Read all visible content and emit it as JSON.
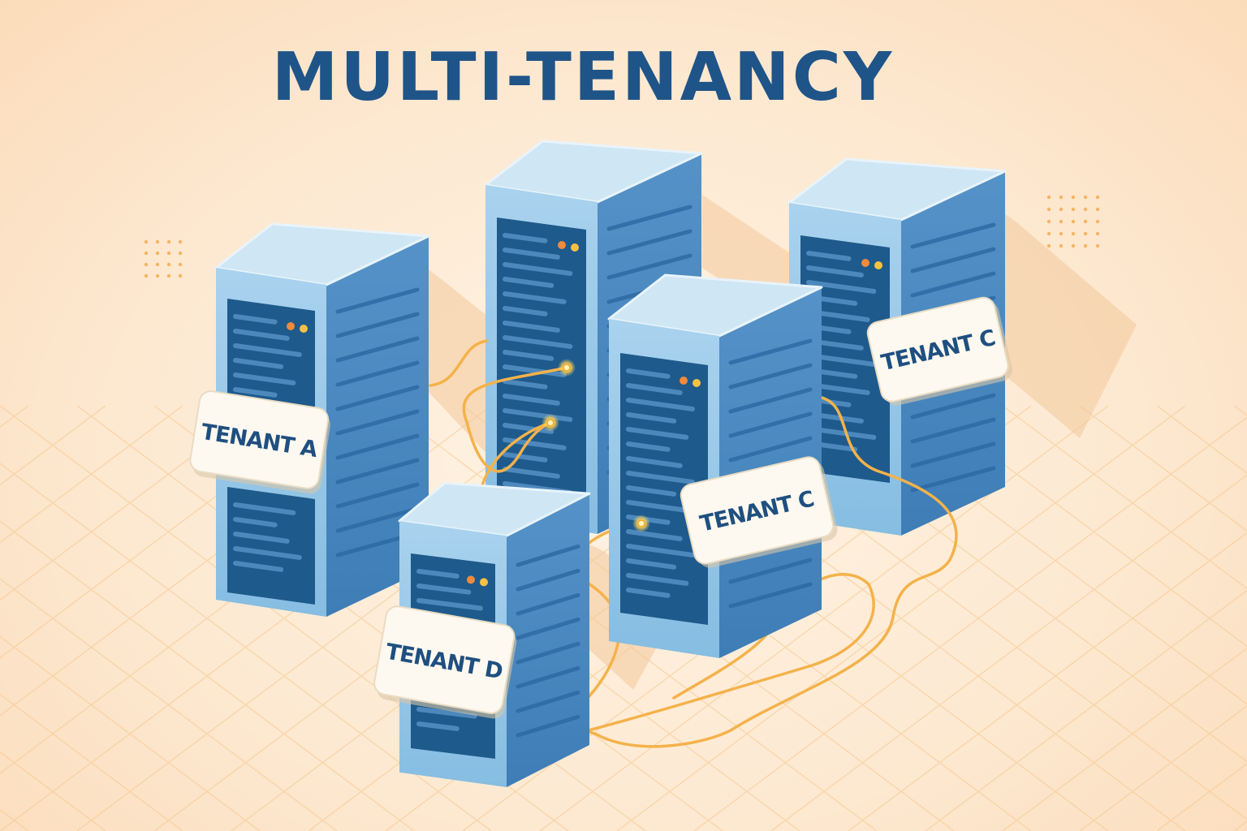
{
  "title": "MULTI-TENANCY",
  "labels": {
    "tenant_a": "TENANT A",
    "tenant_c_front": "TENANT C",
    "tenant_c_back": "TENANT C",
    "tenant_d": "TENANT D"
  },
  "colors": {
    "title": "#1f5488",
    "server_front": "#8fc1e3",
    "server_side": "#4a88bf",
    "server_top": "#cfe6f4",
    "panel": "#1e5a8c",
    "cable": "#f4b24a",
    "led_orange": "#f08a3c",
    "led_yellow": "#f6c141",
    "label_bg": "#fdf9f0"
  }
}
